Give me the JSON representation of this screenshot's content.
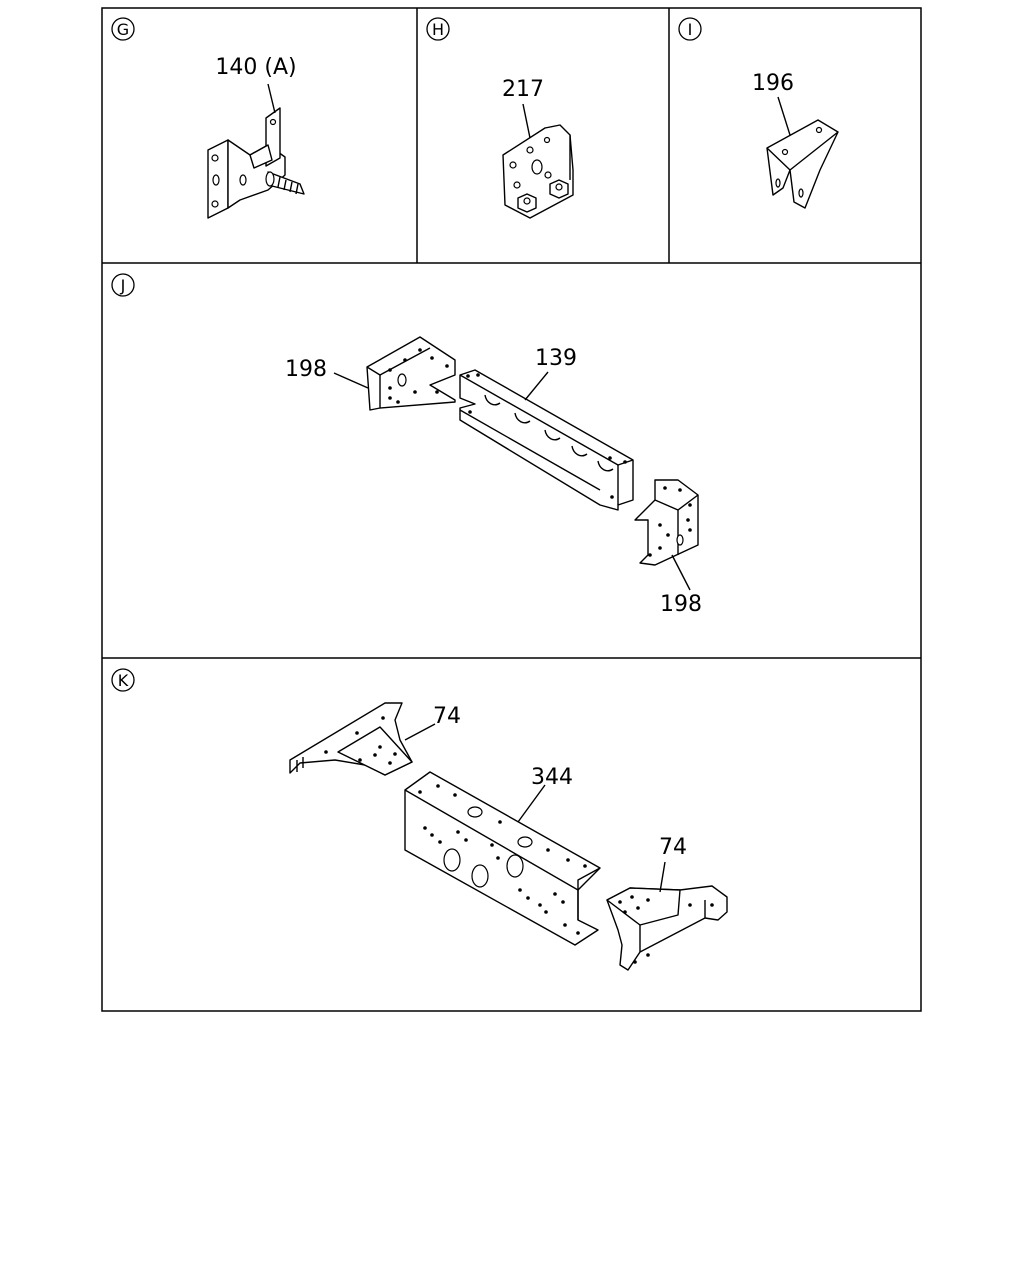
{
  "sections": [
    {
      "id": "G",
      "parts": [
        {
          "label": "140 (A)"
        }
      ]
    },
    {
      "id": "H",
      "parts": [
        {
          "label": "217"
        }
      ]
    },
    {
      "id": "I",
      "parts": [
        {
          "label": "196"
        }
      ]
    },
    {
      "id": "J",
      "parts": [
        {
          "label": "198"
        },
        {
          "label": "139"
        },
        {
          "label": "198"
        }
      ]
    },
    {
      "id": "K",
      "parts": [
        {
          "label": "74"
        },
        {
          "label": "344"
        },
        {
          "label": "74"
        }
      ]
    }
  ]
}
